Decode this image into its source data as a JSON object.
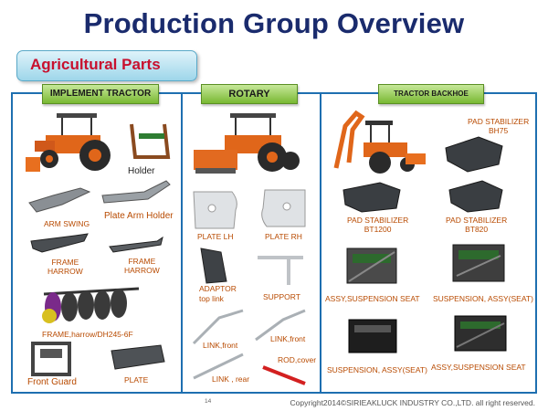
{
  "title": "Production Group Overview",
  "badge": "Agricultural Parts",
  "sections": {
    "implement": "IMPLEMENT TRACTOR",
    "rotary": "ROTARY",
    "backhoe": "TRACTOR BACKHOE"
  },
  "labels": {
    "holder": "Holder",
    "arm_swing": "ARM SWING",
    "plate_arm_holder": "Plate Arm Holder",
    "frame_harrow_1": "FRAME\nHARROW",
    "frame_harrow_2": "FRAME\nHARROW",
    "frame_harrow_dh": "FRAME,harrow/DH245-6F",
    "front_guard": "Front Guard",
    "plate": "PLATE",
    "plate_lh": "PLATE LH",
    "plate_rh": "PLATE RH",
    "adaptor": "ADAPTOR\ntop link",
    "support": "SUPPORT",
    "link_front_1": "LINK,front",
    "link_front_2": "LINK,front",
    "link_rear": "LINK , rear",
    "rod_cover": "ROD,cover",
    "pad_bh75": "PAD STABILIZER\nBH75",
    "pad_bt1200": "PAD STABILIZER\nBT1200",
    "pad_bt820": "PAD STABILIZER\nBT820",
    "assy_susp_seat_1": "ASSY,SUSPENSION  SEAT",
    "susp_assy_seat_1": "SUSPENSION, ASSY(SEAT)",
    "susp_assy_seat_2": "SUSPENSION, ASSY(SEAT)",
    "assy_susp_seat_2": "ASSY,SUSPENSION  SEAT"
  },
  "page_number": "14",
  "copyright": "Copyright2014©SIRIEAKLUCK INDUSTRY CO.,LTD. all right reserved."
}
